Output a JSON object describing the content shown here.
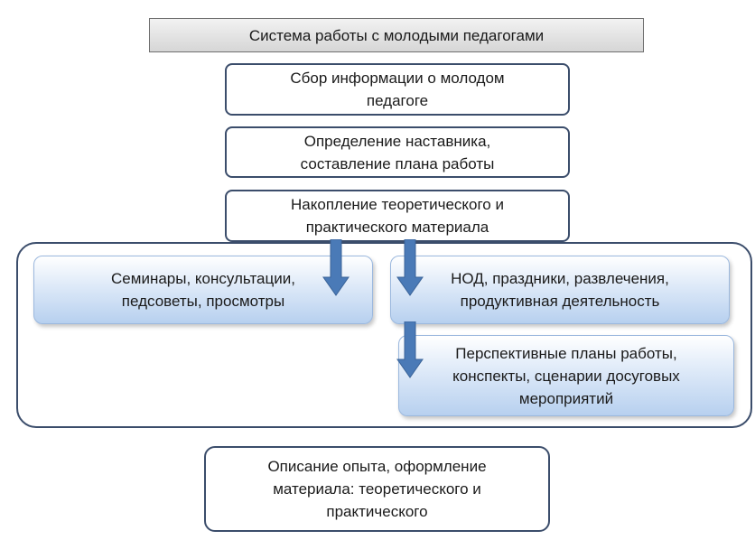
{
  "diagram": {
    "title": "Система работы с молодыми педагогами",
    "steps": [
      "Сбор информации о молодом\nпедагоге",
      "Определение наставника,\nсоставление плана работы",
      "Накопление теоретического и\nпрактического  материала"
    ],
    "activities": [
      "Семинары, консультации,\nпедсоветы, просмотры",
      "НОД, праздники, развлечения,\nпродуктивная деятельность",
      "Перспективные планы работы,\nконспекты, сценарии досуговых\nмероприятий"
    ],
    "final_step": "Описание опыта, оформление\nматериала: теоретического и\nпрактического",
    "colors": {
      "outline": "#3b4d6b",
      "arrow": "#4a7ab7",
      "activity_fill": "#b7d0ef"
    }
  }
}
